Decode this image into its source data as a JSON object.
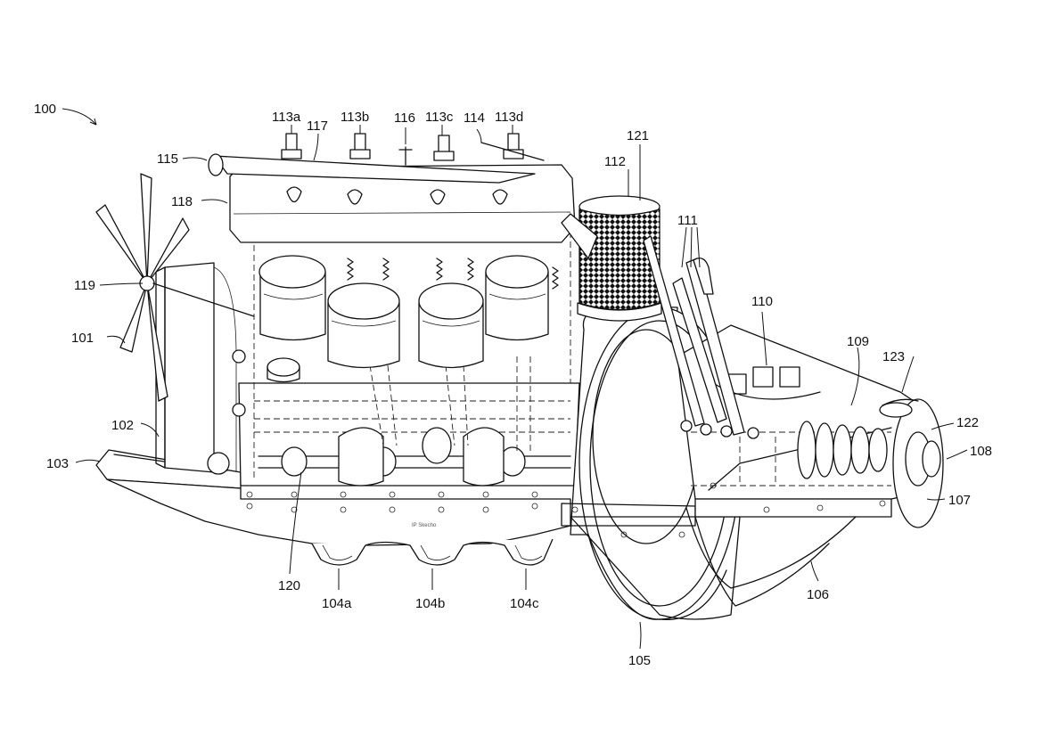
{
  "figure": {
    "ref_main": "100",
    "labels": {
      "l101": "101",
      "l102": "102",
      "l103": "103",
      "l104a": "104a",
      "l104b": "104b",
      "l104c": "104c",
      "l105": "105",
      "l106": "106",
      "l107": "107",
      "l108": "108",
      "l109": "109",
      "l110": "110",
      "l111": "111",
      "l112": "112",
      "l113a": "113a",
      "l113b": "113b",
      "l113c": "113c",
      "l113d": "113d",
      "l114": "114",
      "l115": "115",
      "l116": "116",
      "l117": "117",
      "l118": "118",
      "l119": "119",
      "l120": "120",
      "l121": "121",
      "l122": "122",
      "l123": "123"
    },
    "watermark": "IP Skecho"
  }
}
